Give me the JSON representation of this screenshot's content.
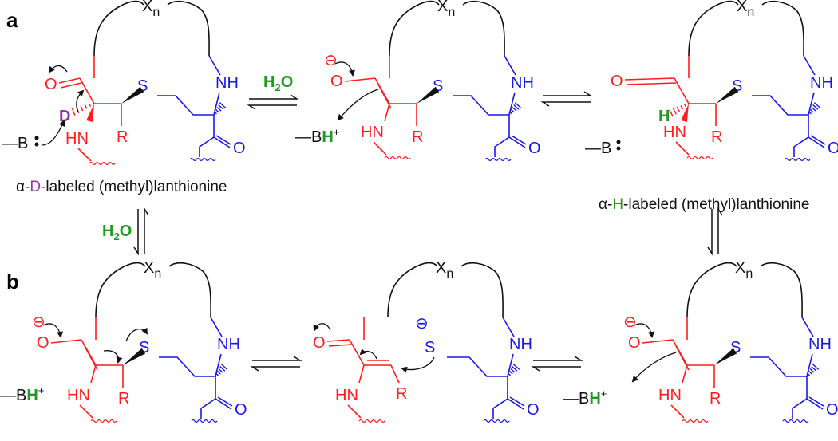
{
  "colors": {
    "red": "#FF1D1D",
    "blue": "#1919E6",
    "black": "#111111",
    "green": "#229922",
    "purple": "#9932AA"
  },
  "panels": {
    "a": "a",
    "b": "b"
  },
  "reagents": {
    "water": "H",
    "water_sub": "2",
    "water_o": "O"
  },
  "atoms": {
    "X": "X",
    "n": "n",
    "O": "O",
    "S": "S",
    "NH": "NH",
    "HN": "HN",
    "R": "R",
    "D": "D",
    "H": "H",
    "B": "—B",
    "plus": "+",
    "minus": "⊖"
  },
  "captions": {
    "d_labeled": {
      "prefix": "α-",
      "label": "D",
      "suffix": "-labeled (methyl)lanthionine"
    },
    "h_labeled": {
      "prefix": "α-",
      "label": "H",
      "suffix": "-labeled (methyl)lanthionine"
    }
  }
}
